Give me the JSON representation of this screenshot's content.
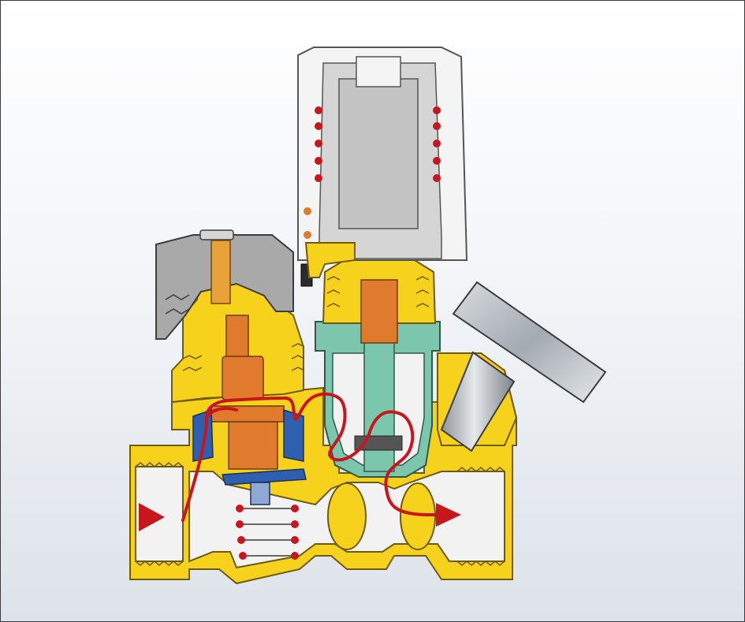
{
  "diagram": {
    "type": "valve-cross-section",
    "labels": [],
    "colors": {
      "brass_body": "#F7D21C",
      "brass_outline": "#6E5A10",
      "flow_path": "#C8161D",
      "spring_dots": "#C8161D",
      "stem_teal": "#7DC6AE",
      "cartridge_orange": "#E07A2C",
      "seal_blue": "#2F5FB0",
      "cap_gray": "#A9A9A9",
      "head_white": "#F4F4F4",
      "dial_steel": "#B8BDC3"
    },
    "flow": {
      "inlet_arrow": "arrow-right",
      "outlet_arrow": "arrow-right"
    }
  }
}
